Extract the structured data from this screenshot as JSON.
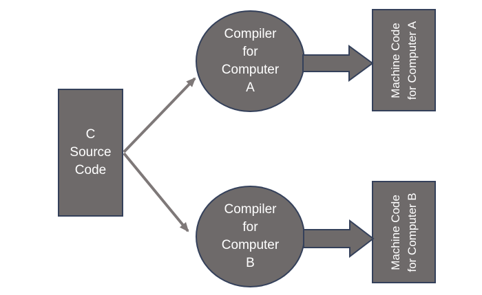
{
  "diagram": {
    "description": "Flow diagram: one C source program compiled by two different compilers into machine code for two different computers",
    "nodes": {
      "source": {
        "label": "C\nSource\nCode",
        "shape": "rectangle"
      },
      "compiler_a": {
        "label": "Compiler\nfor\nComputer\nA",
        "shape": "ellipse"
      },
      "compiler_b": {
        "label": "Compiler\nfor\nComputer\nB",
        "shape": "ellipse"
      },
      "machine_a": {
        "label": "Machine Code\nfor Computer A",
        "shape": "rectangle",
        "text_rotation": "-90deg"
      },
      "machine_b": {
        "label": "Machine Code\nfor Computer B",
        "shape": "rectangle",
        "text_rotation": "-90deg"
      }
    },
    "edges": [
      {
        "from": "source",
        "to": "compiler_a",
        "style": "thin-arrow"
      },
      {
        "from": "source",
        "to": "compiler_b",
        "style": "thin-arrow"
      },
      {
        "from": "compiler_a",
        "to": "machine_a",
        "style": "block-arrow"
      },
      {
        "from": "compiler_b",
        "to": "machine_b",
        "style": "block-arrow"
      }
    ]
  },
  "colors": {
    "shape_fill": "#6E6A6A",
    "shape_border": "#34405A",
    "connector": "#7E7878",
    "label_text": "#FFFFFF",
    "background": "#FFFFFF"
  }
}
